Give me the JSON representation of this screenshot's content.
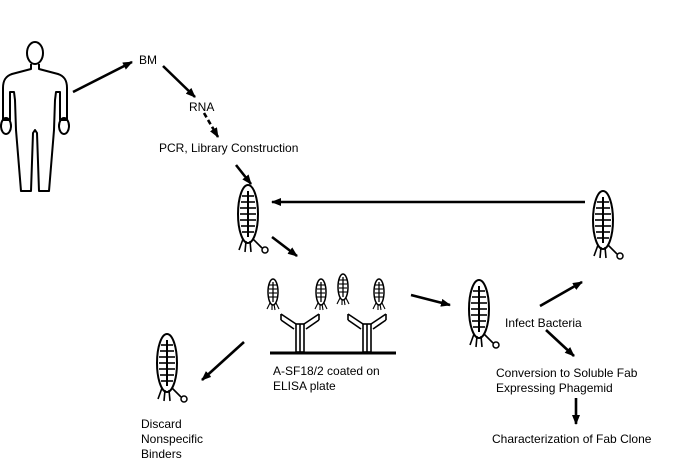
{
  "labels": {
    "bm": "BM",
    "rna": "RNA",
    "pcr": "PCR, Library Construction",
    "plate_line1": "A-SF18/2 coated on",
    "plate_line2": "ELISA plate",
    "discard_line1": "Discard",
    "discard_line2": "Nonspecific",
    "discard_line3": "Binders",
    "infect": "Infect Bacteria",
    "conversion_line1": "Conversion to Soluble Fab",
    "conversion_line2": "Expressing Phagemid",
    "characterization": "Characterization of Fab Clone"
  },
  "colors": {
    "ink": "#000000",
    "background": "#ffffff"
  },
  "icons": [
    "human-figure-icon",
    "phage-icon",
    "antibody-icon",
    "elisa-plate-icon",
    "arrow-icon"
  ]
}
